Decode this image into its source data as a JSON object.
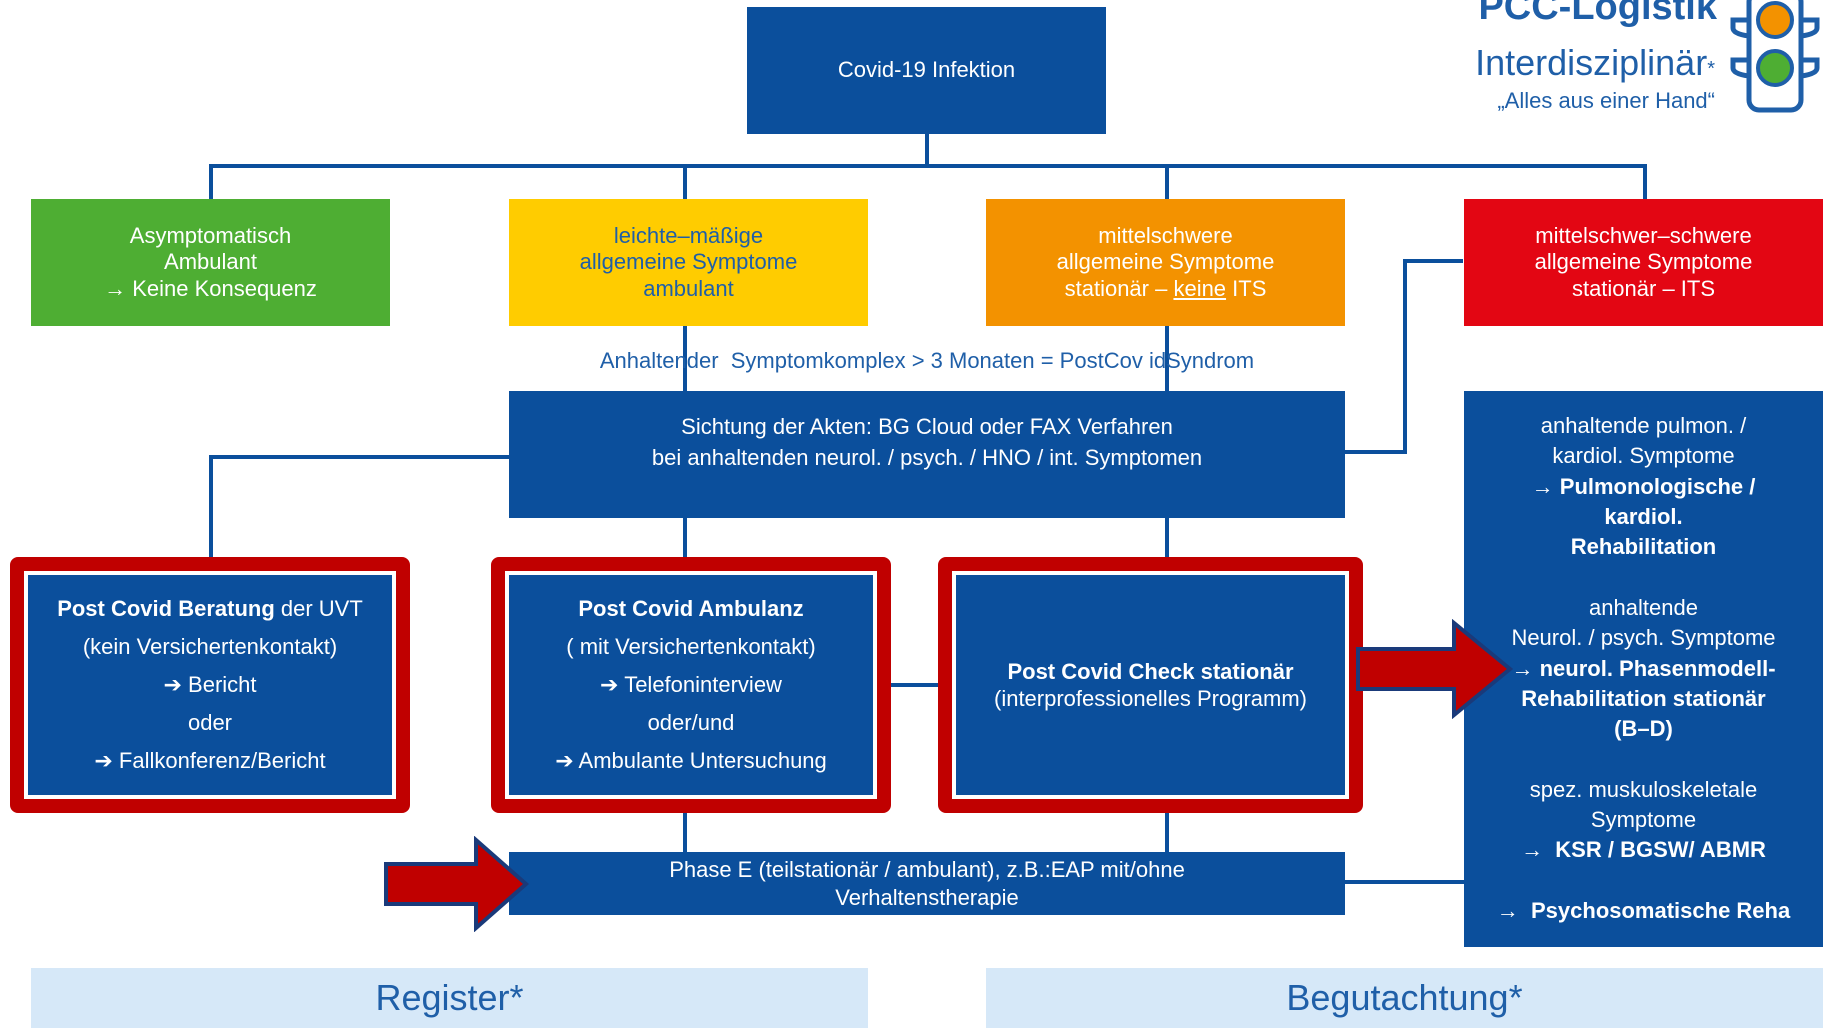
{
  "logo": {
    "title": "PCC-Logistik",
    "subtitle": "Interdisziplinär",
    "asterisk": "*",
    "tagline": "„Alles aus einer Hand“"
  },
  "top_box": {
    "label": "Covid-19 Infektion"
  },
  "severity": {
    "asymptomatic": {
      "line1": "Asymptomatisch",
      "line2": "Ambulant",
      "line3": "→ Keine Konsequenz",
      "color": "#4eae33"
    },
    "mild": {
      "line1": "leichte–mäßige",
      "line2": "allgemeine Symptome",
      "line3": "ambulant",
      "color": "#ffcc00"
    },
    "moderate": {
      "line1": "mittelschwere",
      "line2": "allgemeine Symptome",
      "line3_pre": "stationär – ",
      "line3_underlined": "keine",
      "line3_post": " ITS",
      "color": "#f39200"
    },
    "severe": {
      "line1": "mittelschwer–schwere",
      "line2": "allgemeine Symptome",
      "line3": "stationär – ITS",
      "color": "#e30613"
    }
  },
  "syndrome_note": "Anhaltender  Symptomkomplex > 3 Monaten = PostCov idSyndrom",
  "review_box": {
    "line1": "Sichtung der Akten: BG Cloud oder FAX Verfahren",
    "line2": "bei anhaltenden neurol. / psych. / HNO / int. Symptomen"
  },
  "beratung": {
    "title_bold": "Post Covid Beratung",
    "title_rest": " der UVT",
    "line2": "(kein Versichertenkontakt)",
    "line3": "➔ Bericht",
    "line4": "oder",
    "line5": "➔ Fallkonferenz/Bericht"
  },
  "ambulanz": {
    "title": "Post Covid Ambulanz",
    "line2": "( mit Versichertenkontakt)",
    "line3": "➔ Telefoninterview",
    "line4": "oder/und",
    "line5": "➔ Ambulante Untersuchung"
  },
  "check": {
    "title": "Post Covid Check stationär",
    "line2": "(interprofessionelles Programm)"
  },
  "rehab": {
    "pulmo_line1": "anhaltende pulmon. /",
    "pulmo_line2": "kardiol. Symptome",
    "pulmo_arrow": "→",
    "pulmo_bold1": "Pulmonologische /",
    "pulmo_bold2": "kardiol.",
    "pulmo_bold3": "Rehabilitation",
    "neuro_line1": "anhaltende",
    "neuro_line2": "Neurol. / psych. Symptome",
    "neuro_arrow": "→",
    "neuro_bold1": "neurol. Phasenmodell-",
    "neuro_bold2": "Rehabilitation stationär",
    "neuro_bold3": "(B–D)",
    "musk_line1": "spez. muskuloskeletale",
    "musk_line2": "Symptome",
    "musk_arrow": "→",
    "musk_bold": "KSR / BGSW/ ABMR",
    "psycho_arrow": "→",
    "psycho_bold": "Psychosomatische Reha"
  },
  "phase_e": {
    "line1": "Phase E (teilstationär / ambulant), z.B.:EAP mit/ohne",
    "line2": "Verhaltenstherapie"
  },
  "footer": {
    "register": "Register*",
    "begutachtung": "Begutachtung*"
  },
  "colors": {
    "box_blue": "#0b4f9c",
    "frame_red": "#c00000",
    "footer_bg": "#d6e8f8",
    "footer_text": "#1f5fa8"
  }
}
